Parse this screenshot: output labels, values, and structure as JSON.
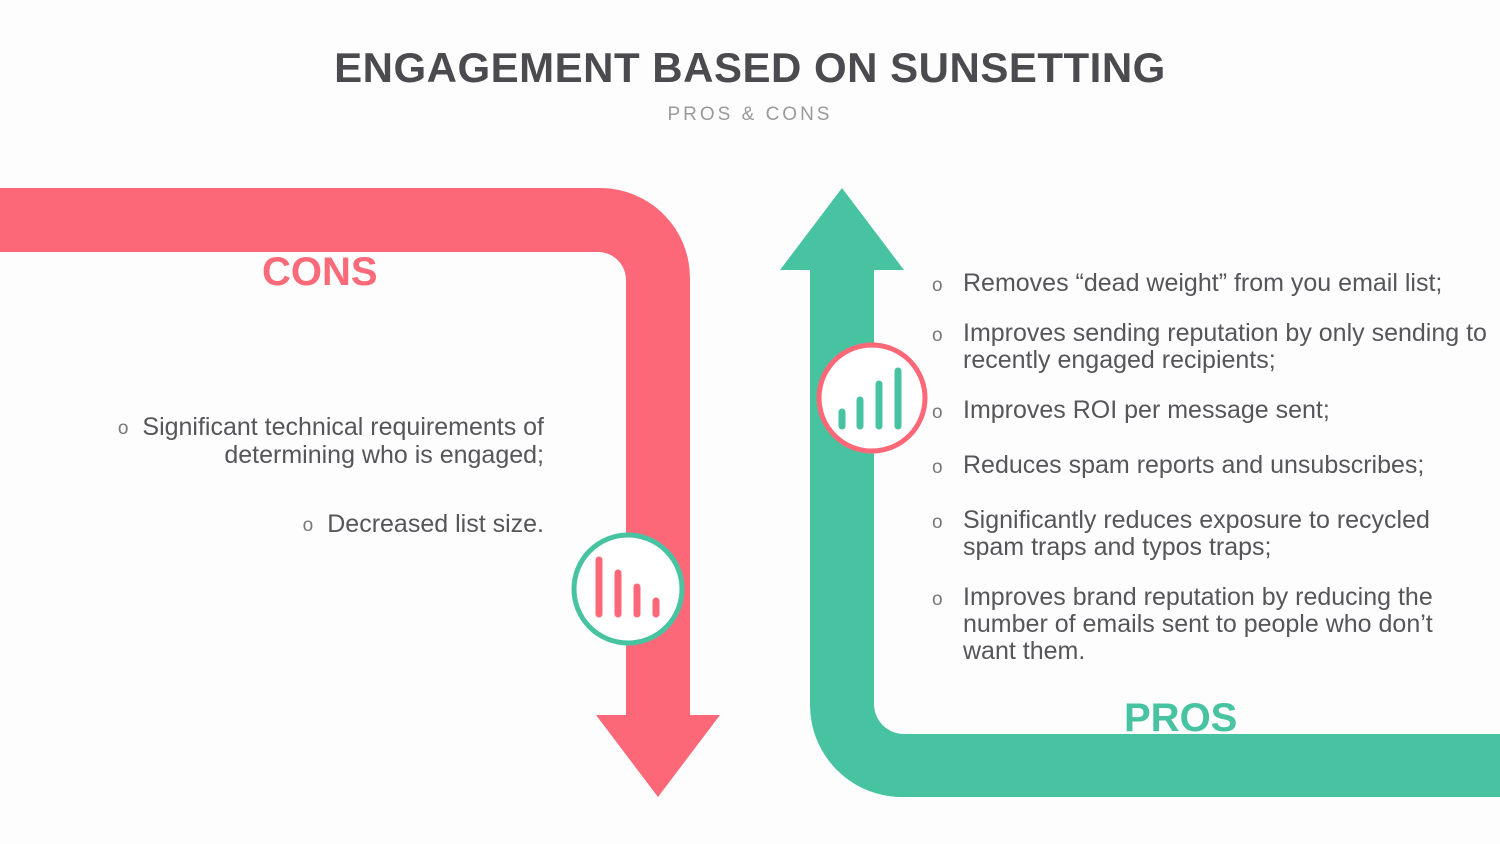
{
  "title": "ENGAGEMENT BASED ON SUNSETTING",
  "subtitle": "PROS & CONS",
  "cons": {
    "label": "CONS",
    "items": [
      "Significant technical requirements of determining who is engaged;",
      "Decreased list size."
    ]
  },
  "pros": {
    "label": "PROS",
    "items": [
      "Removes “dead weight” from you email list;",
      "Improves sending reputation by only sending to recently engaged recipients;",
      "Improves ROI per message sent;",
      "Reduces spam reports and unsubscribes;",
      "Significantly reduces exposure to recycled spam traps and typos traps;",
      "Improves brand reputation by reducing the number of emails sent to people who don’t want them."
    ]
  },
  "bullet_glyph": "o",
  "colors": {
    "cons": "#fb6a78",
    "pros": "#47c3a2",
    "title": "#4a4a4f"
  },
  "icons": {
    "cons_badge": "decreasing-bars-icon",
    "pros_badge": "increasing-bars-icon"
  }
}
